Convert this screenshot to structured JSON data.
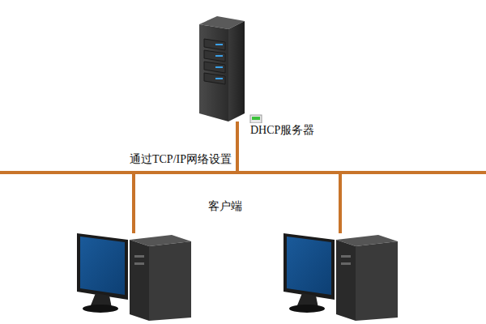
{
  "diagram": {
    "labels": [
      "DHCP服务器",
      "通过TCP/IP网络设置",
      "客户端"
    ]
  }
}
